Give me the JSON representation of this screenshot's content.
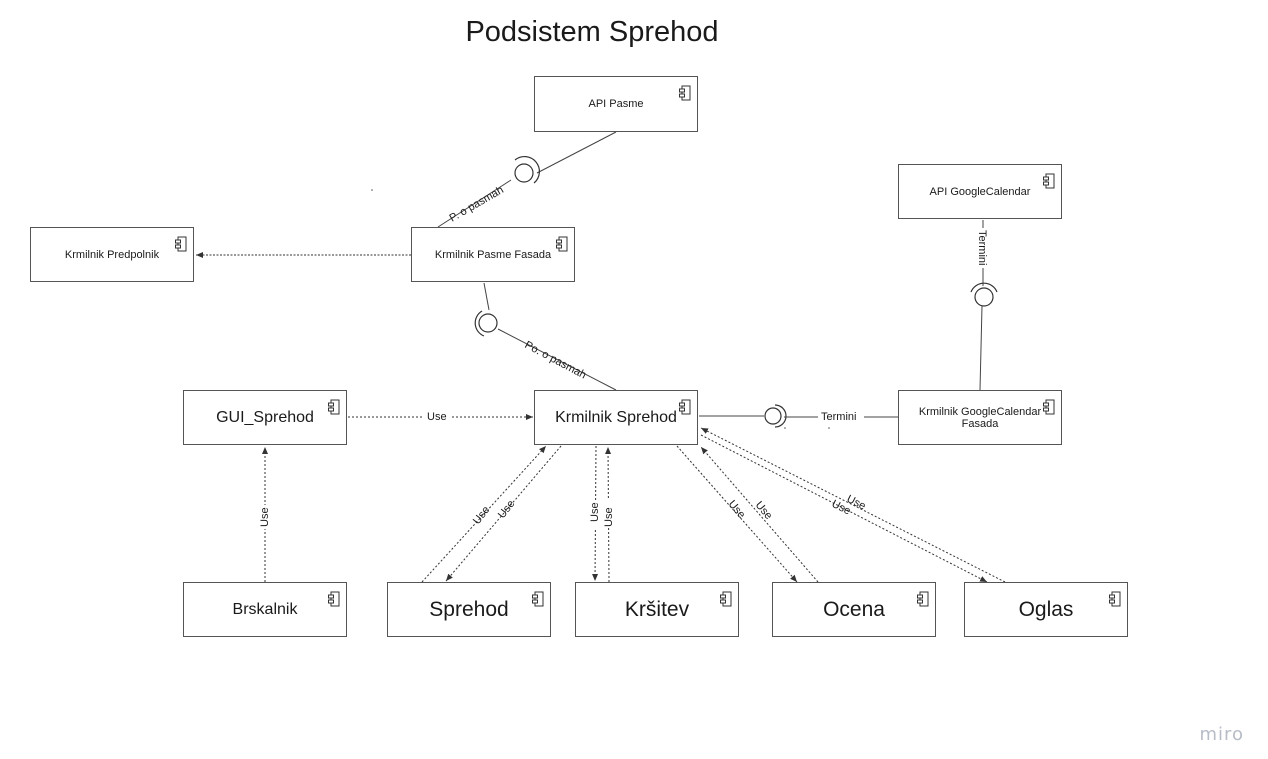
{
  "title": "Podsistem Sprehod",
  "components": {
    "api_pasme": "API Pasme",
    "api_googlecalendar": "API GoogleCalendar",
    "krmilnik_predpolnik": "Krmilnik Predpolnik",
    "krmilnik_pasme_fasada": "Krmilnik Pasme Fasada",
    "gui_sprehod": "GUI_Sprehod",
    "krmilnik_sprehod": "Krmilnik Sprehod",
    "krmilnik_googlecalendar_fasada": "Krmilnik GoogleCalendar Fasada",
    "brskalnik": "Brskalnik",
    "sprehod": "Sprehod",
    "krsitev": "Kršitev",
    "ocena": "Ocena",
    "oglas": "Oglas"
  },
  "edge_labels": {
    "p_o_pasmah": "P. o pasmah",
    "po_o_pasmah": "Po. o pasmah",
    "termini": "Termini",
    "use": "Use"
  },
  "brand": "miro"
}
